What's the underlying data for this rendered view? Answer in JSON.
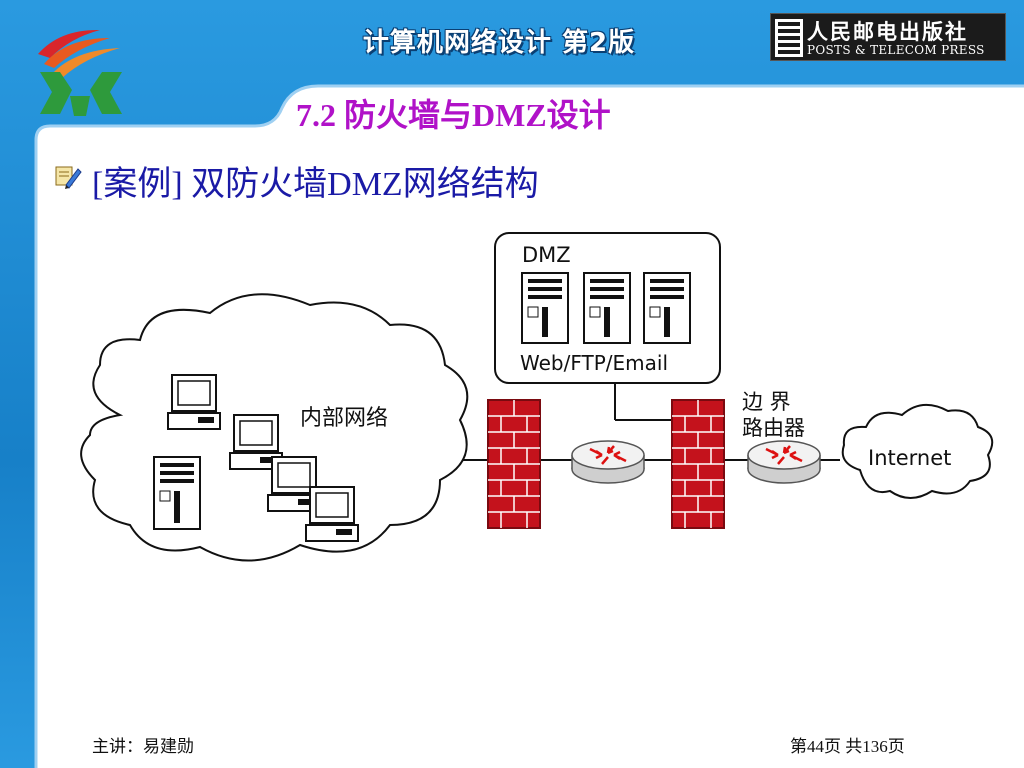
{
  "header": {
    "course_title": "计算机网络设计 第2版",
    "publisher_cn": "人民邮电出版社",
    "publisher_en": "POSTS & TELECOM PRESS"
  },
  "slide": {
    "section_title": "7.2 防火墙与DMZ设计",
    "case_heading": "[案例] 双防火墙DMZ网络结构"
  },
  "diagram": {
    "dmz_label": "DMZ",
    "dmz_services": "Web/FTP/Email",
    "internal_network": "内部网络",
    "border_router_line1": "边   界",
    "border_router_line2": "路由器",
    "internet": "Internet"
  },
  "footer": {
    "lecturer": "主讲：易建勋",
    "page_info": "第44页 共136页"
  },
  "colors": {
    "header_blue": "#1e8fd6",
    "section_title": "#b012c8",
    "case_heading": "#1a1aa6",
    "firewall_brick": "#c4121c"
  }
}
